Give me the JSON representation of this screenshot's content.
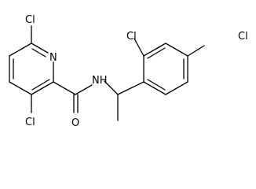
{
  "molecule": {
    "atom_labels": {
      "cl_pyridine_6": "Cl",
      "n_pyridine": "N",
      "cl_pyridine_3": "Cl",
      "o_carbonyl": "O",
      "nh_amide": "NH",
      "cl_phenyl_2": "Cl",
      "cl_phenyl_4": "Cl"
    },
    "colors": {
      "bond": "#000000",
      "label": "#000000",
      "background": "#ffffff"
    }
  }
}
